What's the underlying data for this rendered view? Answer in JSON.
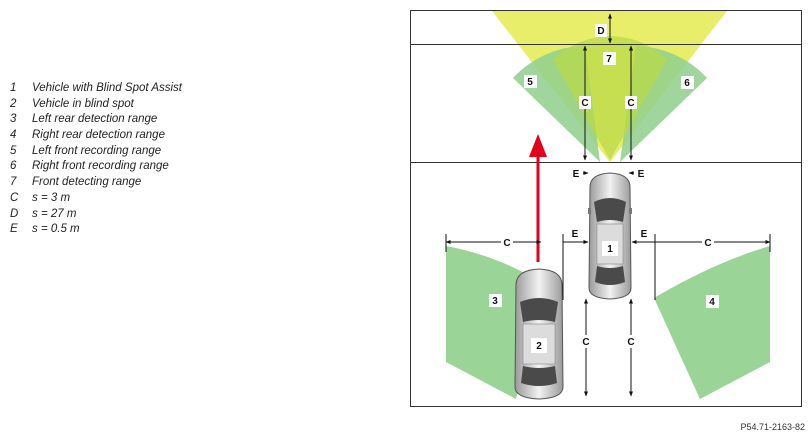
{
  "legend": {
    "items": [
      {
        "key": "1",
        "text": "Vehicle with Blind Spot Assist"
      },
      {
        "key": "2",
        "text": "Vehicle in blind spot"
      },
      {
        "key": "3",
        "text": "Left rear detection range"
      },
      {
        "key": "4",
        "text": "Right rear detection range"
      },
      {
        "key": "5",
        "text": "Left front recording range"
      },
      {
        "key": "6",
        "text": "Right front recording range"
      },
      {
        "key": "7",
        "text": "Front detecting range"
      },
      {
        "key": "C",
        "text": "s = 3 m"
      },
      {
        "key": "D",
        "text": "s = 27 m"
      },
      {
        "key": "E",
        "text": "s = 0.5 m"
      }
    ]
  },
  "diagram": {
    "labels": {
      "d": "D",
      "seven": "7",
      "five": "5",
      "six": "6",
      "c": "C",
      "e": "E",
      "one": "1",
      "two": "2",
      "three": "3",
      "four": "4"
    }
  },
  "footer": {
    "code": "P54.71-2163-82"
  },
  "colors": {
    "green": "#8fcf8c",
    "yellow": "#e6ec5a",
    "arrow": "#e2001a"
  }
}
